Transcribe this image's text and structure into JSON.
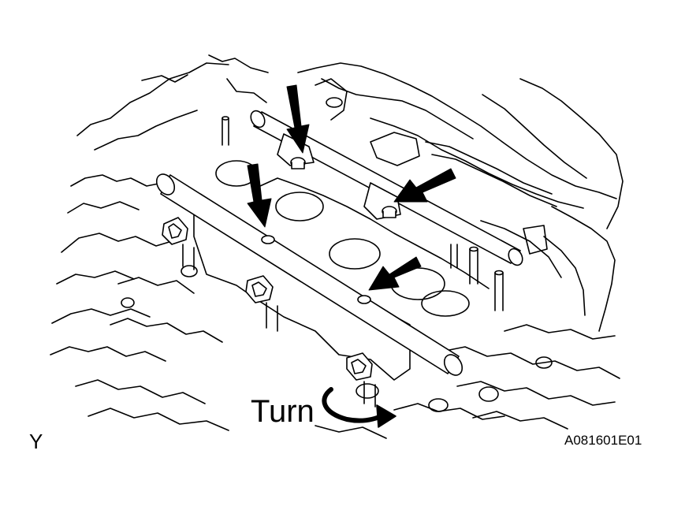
{
  "diagram": {
    "turn_label": "Turn",
    "view_label": "Y",
    "figure_code": "A081601E01",
    "colors": {
      "line": "#000000",
      "fill": "#ffffff",
      "arrow": "#000000"
    },
    "icons": [
      "down-arrow-icon",
      "rotate-arrow-icon"
    ]
  }
}
